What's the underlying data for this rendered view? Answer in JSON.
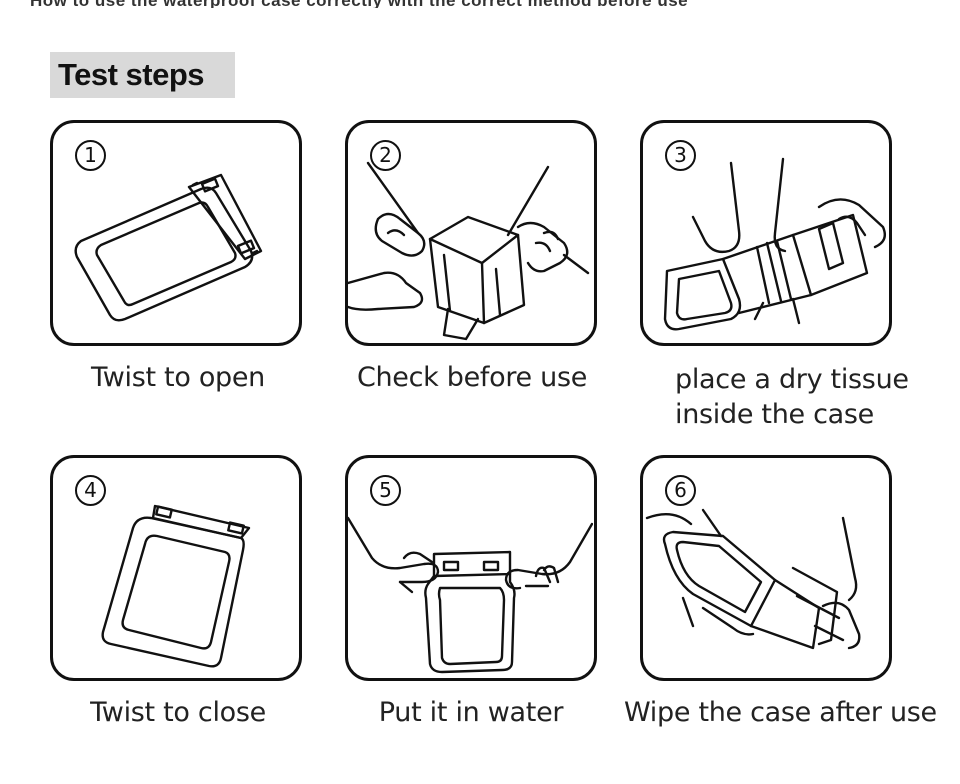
{
  "header": {
    "top_strip_text": "How to use the waterproof case correctly with the correct method before use",
    "section_title": "Test steps"
  },
  "steps": [
    {
      "number": "1",
      "caption": "Twist to open",
      "icon": "open-phone-pouch"
    },
    {
      "number": "2",
      "caption": "Check before use",
      "icon": "hands-checking-pouch"
    },
    {
      "number": "3",
      "caption_lines": [
        "place a dry tissue",
        "inside the case"
      ],
      "icon": "hands-inserting-tissue"
    },
    {
      "number": "4",
      "caption": "Twist to close",
      "icon": "closed-phone-pouch"
    },
    {
      "number": "5",
      "caption": "Put it in water",
      "icon": "pouch-in-water"
    },
    {
      "number": "6",
      "caption": "Wipe the case after use",
      "icon": "hands-wiping-pouch"
    }
  ]
}
